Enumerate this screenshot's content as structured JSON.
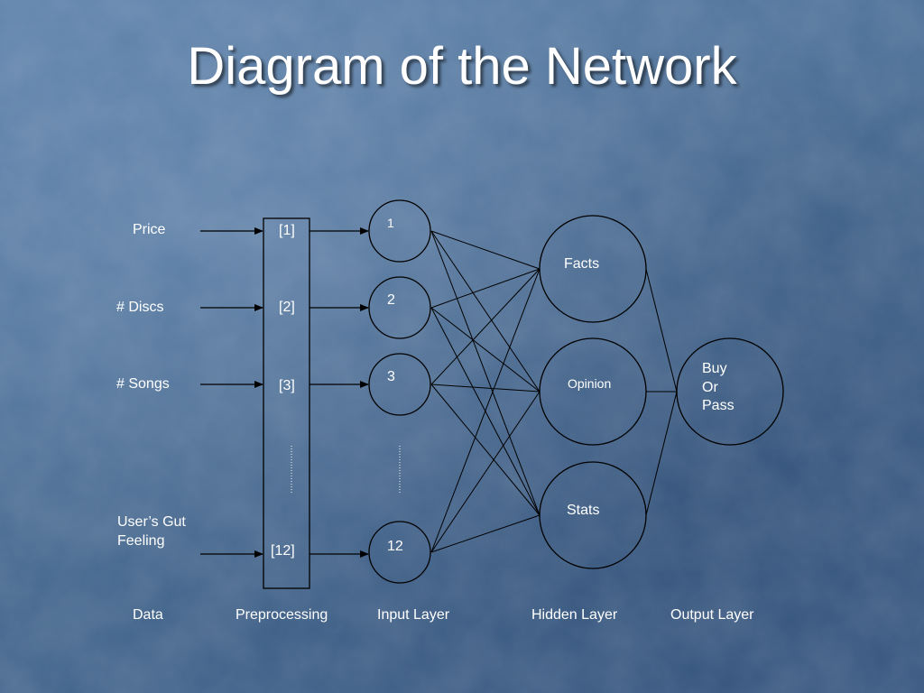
{
  "title": "Diagram of the Network",
  "data_labels": [
    "Price",
    "# Discs",
    "# Songs",
    "User’s Gut",
    "Feeling"
  ],
  "preprocessing_labels": [
    "[1]",
    "[2]",
    "[3]",
    "[12]"
  ],
  "input_nodes": [
    "1",
    "2",
    "3",
    "12"
  ],
  "hidden_nodes": [
    "Facts",
    "Opinion",
    "Stats"
  ],
  "output_node": [
    "Buy",
    "Or",
    "Pass"
  ],
  "column_labels": [
    "Data",
    "Preprocessing",
    "Input Layer",
    "Hidden Layer",
    "Output Layer"
  ],
  "colors": {
    "line": "#000000",
    "text": "#ffffff"
  }
}
